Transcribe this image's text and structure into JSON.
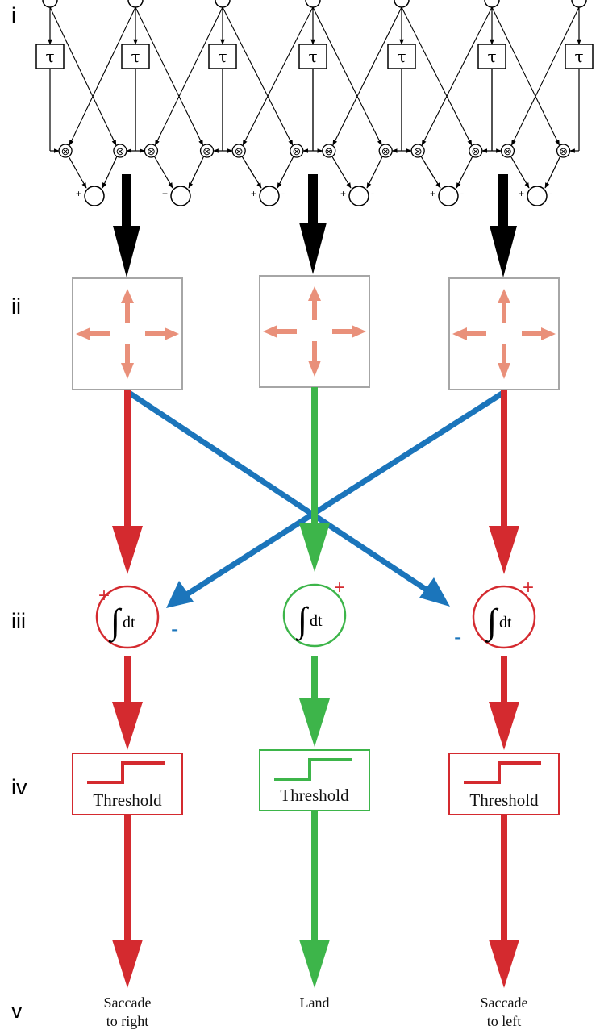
{
  "stage_labels": [
    "i",
    "ii",
    "iii",
    "iv",
    "v"
  ],
  "emd": {
    "delay_symbol": "τ",
    "multiplier_symbol": "⊗",
    "plus_sign": "+",
    "minus_sign": "-"
  },
  "integrator": {
    "symbol": "∫",
    "suffix": "dt",
    "plus_sign": "+",
    "minus_sign": "-"
  },
  "threshold_label": "Threshold",
  "outputs": {
    "left": {
      "line1": "Saccade",
      "line2": "to right"
    },
    "center": {
      "line1": "Land"
    },
    "right": {
      "line1": "Saccade",
      "line2": "to left"
    }
  },
  "colors": {
    "red": "#d42a2f",
    "green": "#3db54a",
    "blue": "#1b75bb",
    "salmon": "#e9907a",
    "black": "#000000",
    "box_gray": "#a6a6a6"
  }
}
